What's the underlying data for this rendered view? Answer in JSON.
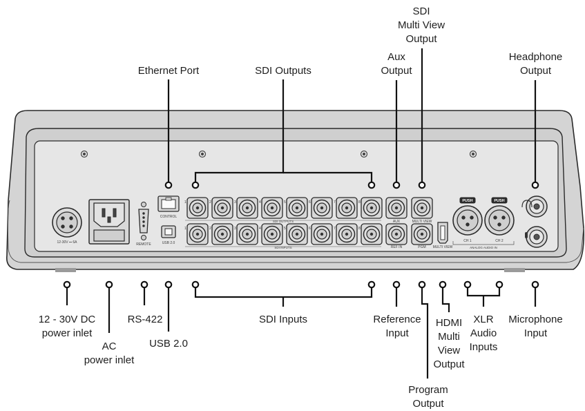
{
  "labels_top": {
    "ethernet_port": "Ethernet Port",
    "sdi_outputs": "SDI Outputs",
    "aux_output": "Aux\nOutput",
    "sdi_multiview_output": "SDI\nMulti View\nOutput",
    "headphone_output": "Headphone\nOutput"
  },
  "labels_bottom": {
    "dc_power_inlet": "12 - 30V DC\npower inlet",
    "ac_power_inlet": "AC\npower inlet",
    "rs422": "RS-422",
    "usb2": "USB 2.0",
    "sdi_inputs": "SDI Inputs",
    "reference_input": "Reference\nInput",
    "hdmi_multiview_output": "HDMI\nMulti\nView\nOutput",
    "xlr_audio_inputs": "XLR\nAudio\nInputs",
    "microphone_input": "Microphone\nInput",
    "program_output": "Program\nOutput"
  },
  "panel_text": {
    "dc_rating": "12-30V ⎓ 6A",
    "remote": "REMOTE",
    "usb": "USB 2.0",
    "control": "CONTROL",
    "sdi_outputs": "SDI OUTPUTS",
    "sdi_inputs": "SDI INPUTS",
    "aux": "AUX",
    "ref_in": "REF IN",
    "multi_view_sdi": "MULTI VIEW",
    "pgm": "PGM",
    "multi_view_hdmi": "MULTI VIEW",
    "push": "PUSH",
    "ch1": "CH 1",
    "ch2": "CH 2",
    "analog_audio_in": "ANALOG AUDIO IN",
    "bnc_numbers": [
      "1",
      "2",
      "3",
      "4",
      "5",
      "6",
      "7",
      "8"
    ]
  },
  "colors": {
    "device_body": "#d6d6d6",
    "panel": "#e4e4e4",
    "outline": "#2a2a2a",
    "callout": "#111111"
  }
}
